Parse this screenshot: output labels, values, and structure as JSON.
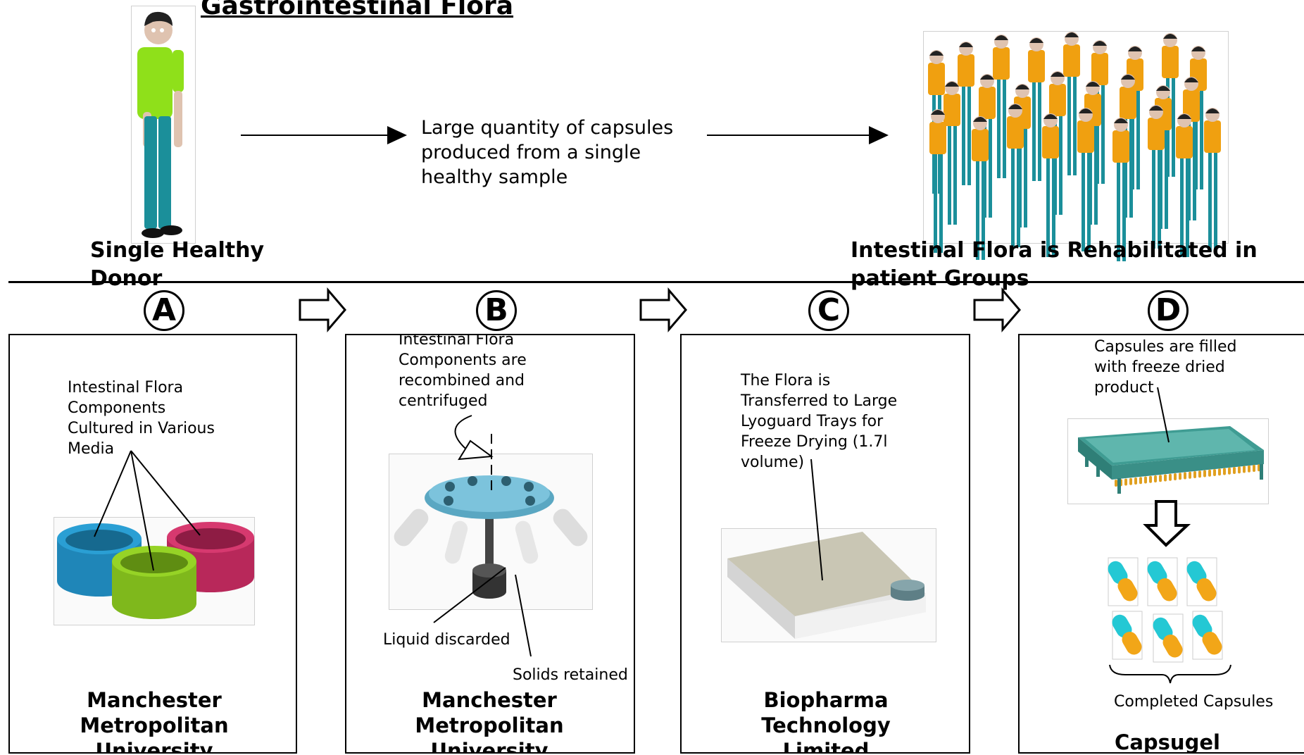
{
  "header": {
    "title": "Gastrointestinal Flora",
    "donor_label": "Single Healthy Donor",
    "center_text": "Large quantity of capsules produced from a single healthy sample",
    "patients_label": "Intestinal Flora is Rehabilitated in patient Groups"
  },
  "steps": [
    {
      "letter": "A",
      "note": "Intestinal Flora Components Cultured in Various Media",
      "institution": "Manchester Metropolitan University"
    },
    {
      "letter": "B",
      "note": "Intestinal Flora Components are recombined and centrifuged",
      "label_liquid": "Liquid discarded",
      "label_solids": "Solids retained",
      "institution": "Manchester Metropolitan University"
    },
    {
      "letter": "C",
      "note": "The Flora is Transferred to Large Lyoguard Trays for Freeze Drying (1.7l volume)",
      "institution": "Biopharma Technology Limited"
    },
    {
      "letter": "D",
      "note": "Capsules are filled with freeze dried product",
      "label_completed": "Completed Capsules",
      "institution": "Capsugel"
    }
  ],
  "colors": {
    "donor_shirt": "#8fe01a",
    "patient_shirt": "#f0a010",
    "pants": "#1b8f9a",
    "skin": "#dfc3b0",
    "media_blue": "#1f86b8",
    "media_green": "#7fb81c",
    "media_red": "#b8285a",
    "centrifuge": "#7cc3dc",
    "tray": "#3f9c93",
    "capsule_cyan": "#24c8d4",
    "capsule_orange": "#f2a618"
  },
  "icons": [
    "right-arrow-icon",
    "down-arrow-icon",
    "person-icon",
    "crowd-icon",
    "culture-dish-icon",
    "centrifuge-icon",
    "lyoguard-tray-icon",
    "capsule-tray-icon",
    "capsule-icon"
  ]
}
